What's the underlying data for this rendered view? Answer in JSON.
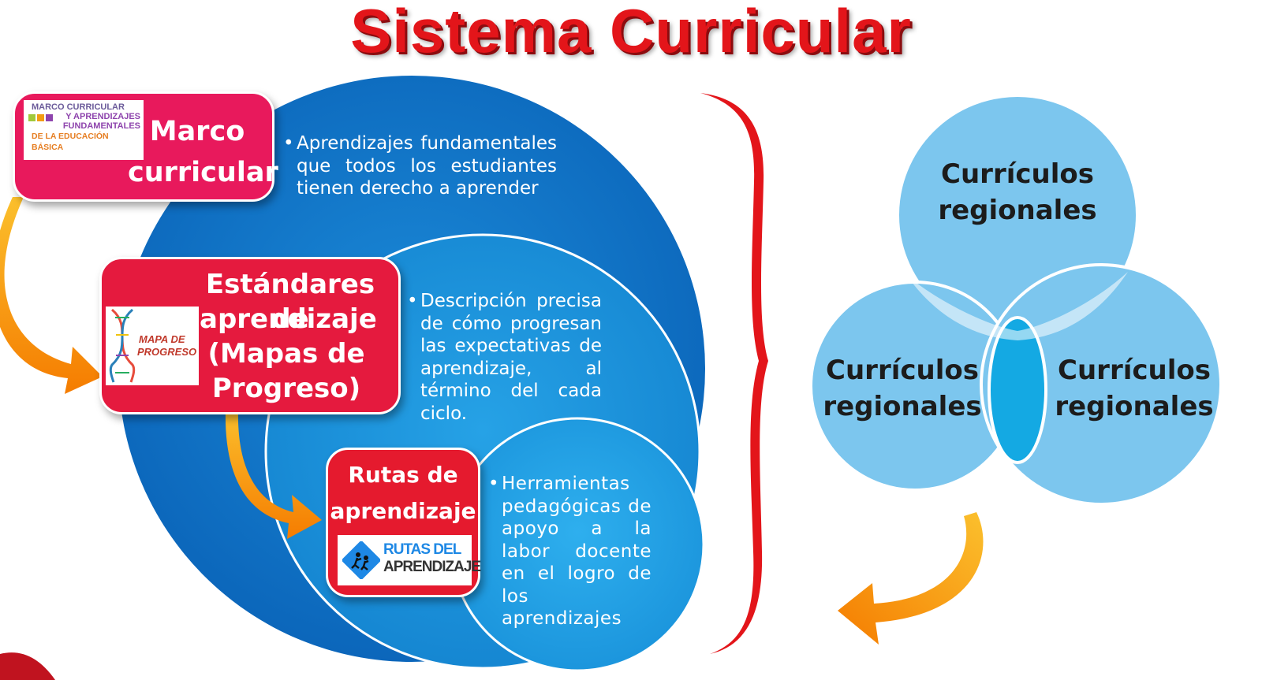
{
  "title": "Sistema Curricular",
  "levels": [
    {
      "name": "Marco curricular",
      "name_lines": [
        "Marco",
        "curricular"
      ],
      "logo_lines": [
        "MARCO CURRICULAR",
        "Y APRENDIZAJES",
        "FUNDAMENTALES",
        "DE LA EDUCACIÓN BÁSICA"
      ],
      "description": "Aprendizajes fundamentales que todos los estudiantes tienen derecho a aprender"
    },
    {
      "name": "Estándares de aprendizaje (Mapas de Progreso)",
      "name_lines": [
        "Estándares de",
        "aprendizaje",
        "(Mapas de",
        "Progreso)"
      ],
      "logo_lines": [
        "MAPA DE",
        "PROGRESO"
      ],
      "description": "Descripción precisa de cómo progresan las expectativas de aprendizaje, al término del cada ciclo."
    },
    {
      "name": "Rutas de aprendizaje",
      "name_lines": [
        "Rutas de",
        "aprendizaje"
      ],
      "logo_lines": [
        "RUTAS DEL",
        "APRENDIZAJE"
      ],
      "description": "Herramientas pedagógicas de apoyo a la labor docente en el logro de los aprendizajes"
    }
  ],
  "venn": [
    {
      "lines": [
        "Currículos",
        "regionales"
      ]
    },
    {
      "lines": [
        "Currículos",
        "regionales"
      ]
    },
    {
      "lines": [
        "Currículos",
        "regionales"
      ]
    }
  ],
  "colors": {
    "title": "#e3151a",
    "outer_circle": "#0a6fc4",
    "middle_circle": "#1587d3",
    "inner_circle": "#1a9ae0",
    "box_pink": "#e8195c",
    "box_red": "#e51a2e",
    "arrow": "#f7a21b",
    "brace": "#e3151a",
    "venn_circle": "#7cc6ee",
    "venn_overlap": "#14a9e3"
  }
}
